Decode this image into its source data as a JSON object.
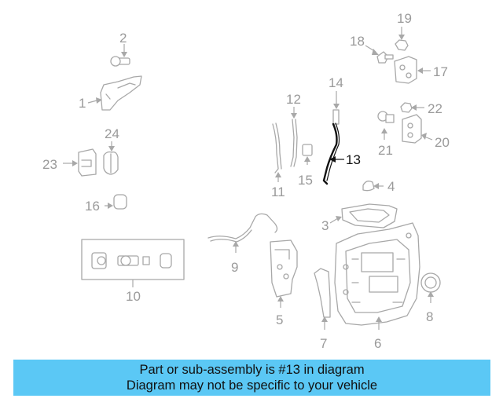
{
  "diagram": {
    "callouts": [
      "1",
      "2",
      "3",
      "4",
      "5",
      "6",
      "7",
      "8",
      "9",
      "10",
      "11",
      "12",
      "13",
      "14",
      "15",
      "16",
      "17",
      "18",
      "19",
      "20",
      "21",
      "22",
      "23",
      "24"
    ],
    "highlighted_part": "13",
    "highlight_color": "#111111",
    "part_color": "#a8a8a8"
  },
  "banner": {
    "line1": "Part or sub-assembly is #13 in diagram",
    "line2": "Diagram may not be specific to your vehicle",
    "background": "#5bc8f5"
  }
}
